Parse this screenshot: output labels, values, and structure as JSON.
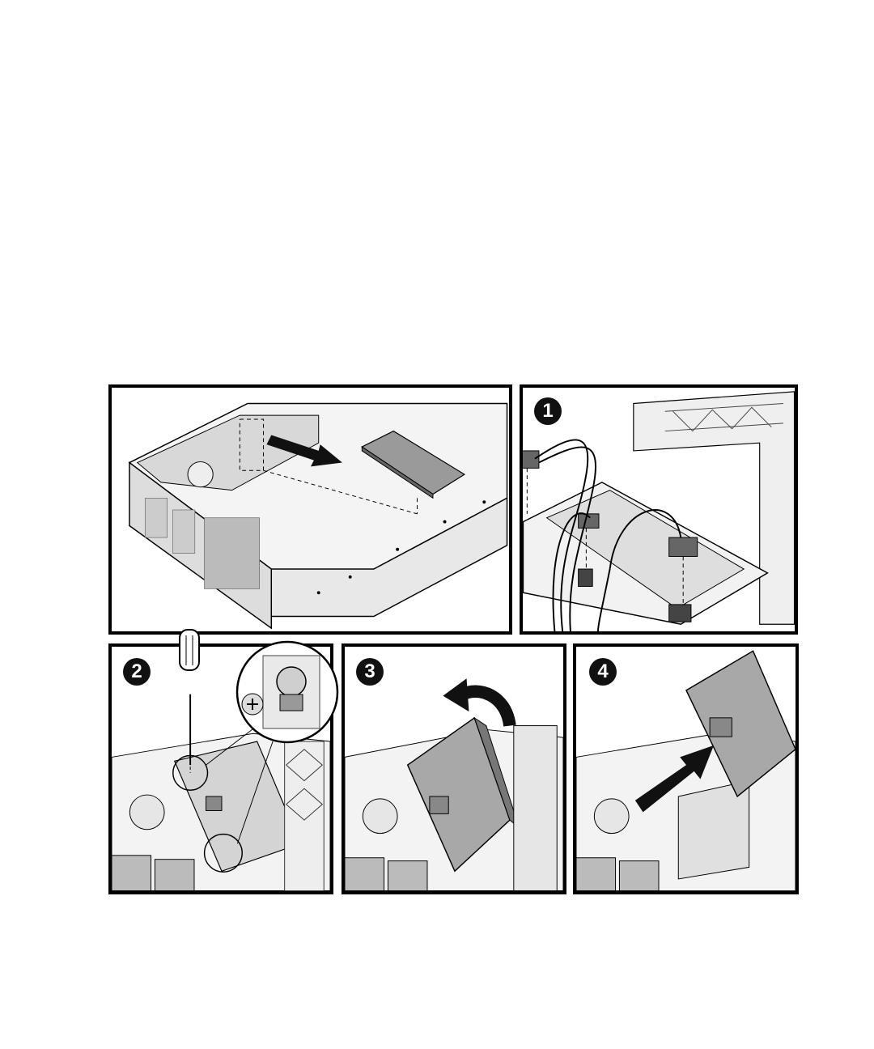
{
  "figure": {
    "step_badges": [
      "1",
      "2",
      "3",
      "4"
    ],
    "icons": {
      "slide_arrow": "arrow-right-icon",
      "rotate_arrow": "curved-arrow-icon",
      "insert_arrow": "arrow-up-right-icon",
      "screwdriver": "screwdriver-icon",
      "magnifier": "zoom-callout-icon"
    }
  }
}
